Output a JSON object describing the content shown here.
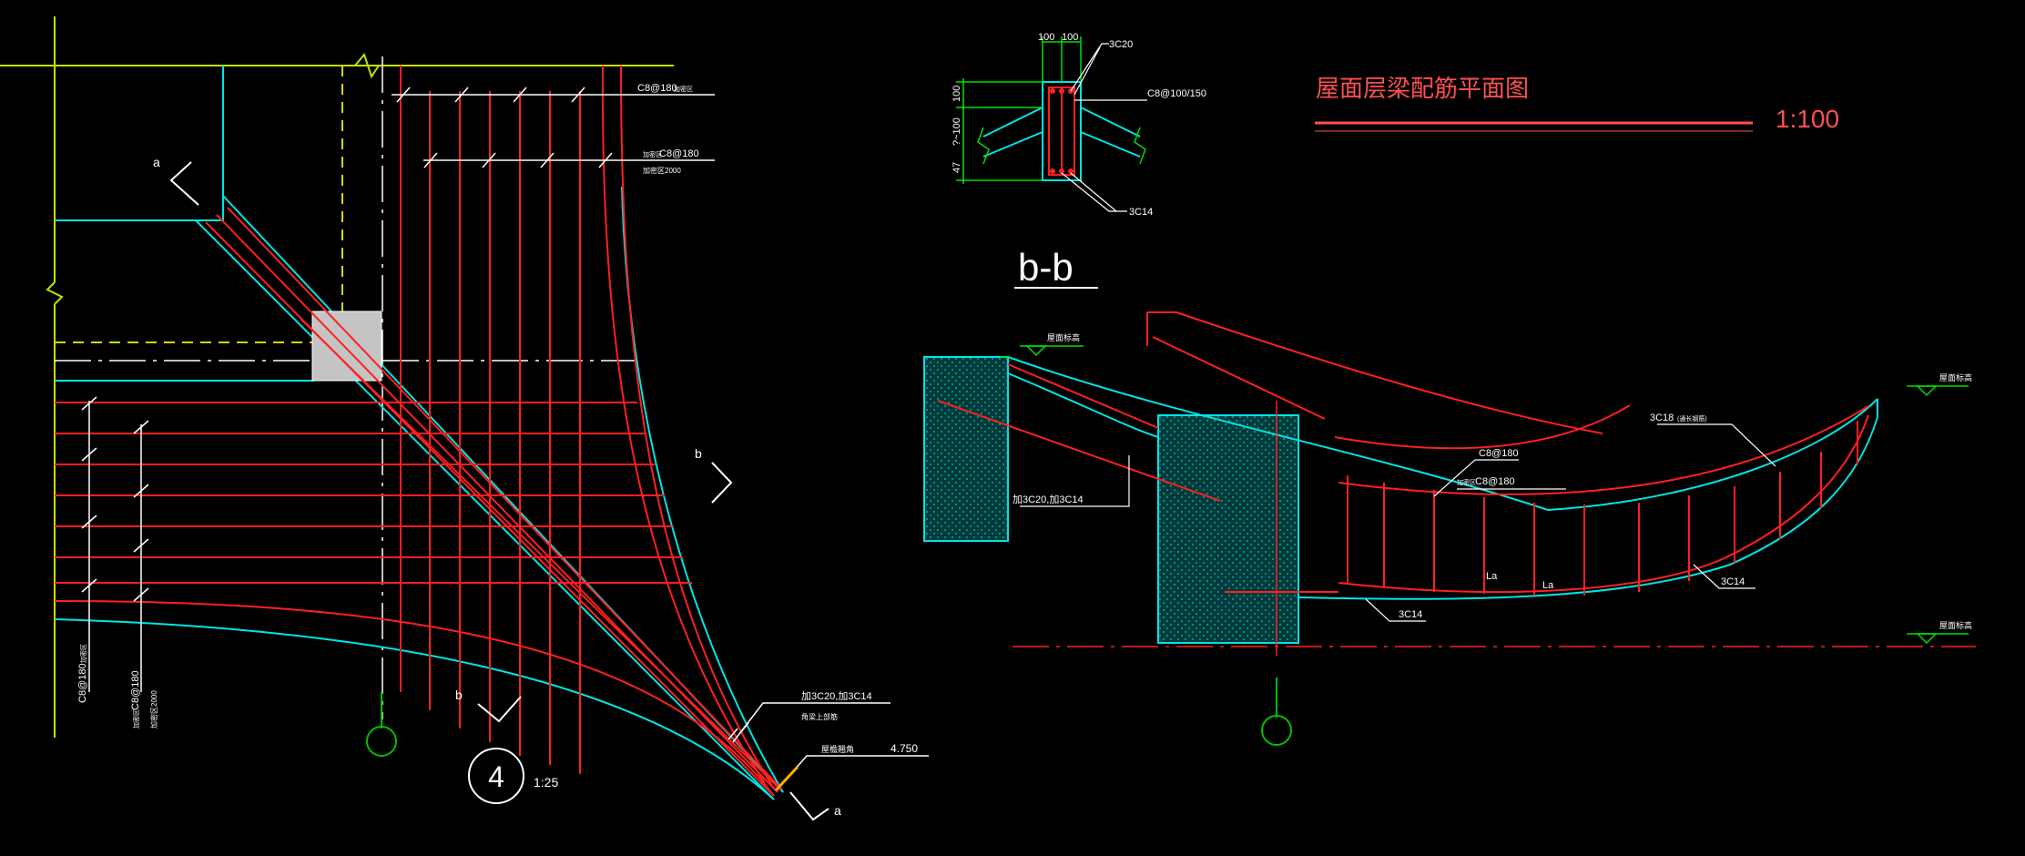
{
  "colors": {
    "background": "#000000",
    "rebar": "#ff2020",
    "outline": "#00e5e5",
    "label": "#ffffff",
    "axis_line": "#c8e000",
    "dashed_guide": "#d8d800",
    "title": "#ff5050",
    "grid_bubble": "#00c000",
    "column_hatch": "#00cccc"
  },
  "drawing": {
    "title": "屋面层梁配筋平面图",
    "scale": "1:100"
  },
  "detail4": {
    "number": "4",
    "scale": "1:25",
    "labels": {
      "top_stirrup": "C8@180",
      "top_stirrup_suffix": "加密区",
      "mid_stirrup": "C8@180",
      "mid_stirrup_prefix": "加密区",
      "mid_stirrup_note": "加密区2000",
      "diag_bars": "加3C20,加3C14",
      "diag_bars_note": "角梁上部筋",
      "ridge_label": "屋檐翘角",
      "ridge_value": "4.750",
      "left_stirrup": "C8@180",
      "left_stirrup_suffix": "加密区",
      "left_stirrup2": "C8@180",
      "left_stirrup2_prefix": "加密区",
      "left_stirrup2_note": "加密区2000"
    },
    "section_marks": {
      "a_top": "a",
      "a_bottom": "a",
      "b_right": "b",
      "b_bottom": "b"
    }
  },
  "section_bb": {
    "title": "b-b",
    "dims": {
      "top_left": "100",
      "top_right": "100",
      "height1": "100",
      "height2": "?~100",
      "height3": "47"
    },
    "labels": {
      "top_bars": "3C20",
      "stirrup": "C8@100/150",
      "bottom_bars": "3C14"
    }
  },
  "elevation": {
    "labels": {
      "level_top_left": "屋面标高",
      "level_right": "屋面标高",
      "level_bottom_right": "屋面标高",
      "stirrup1": "C8@180",
      "stirrup2": "C8@180",
      "stirrup2_prefix": "加密区",
      "top_bars": "3C18",
      "top_bars_suffix": "(通长钢筋)",
      "diag_label": "加3C20,加3C14",
      "bottom_bars_left": "3C14",
      "bottom_bars_right": "3C14",
      "anchor1": "La",
      "anchor2": "La"
    }
  }
}
